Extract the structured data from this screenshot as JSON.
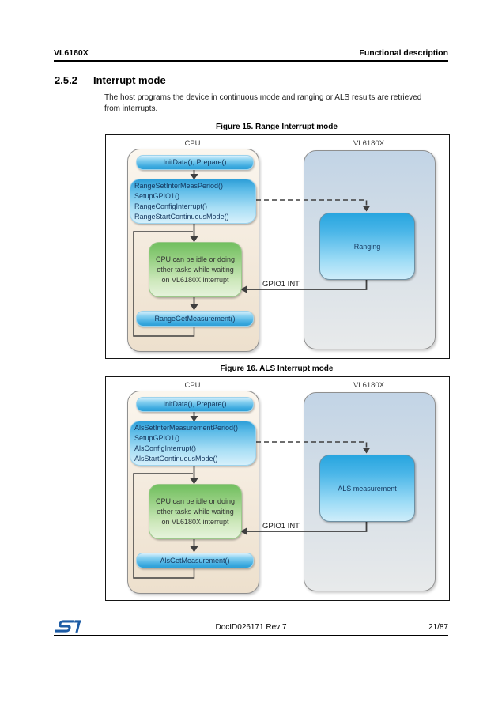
{
  "header": {
    "left": "VL6180X",
    "right": "Functional description"
  },
  "section": {
    "number": "2.5.2",
    "title": "Interrupt mode"
  },
  "body_lines": [
    "The host programs the device in continuous mode and ranging or ALS results are retrieved",
    "from interrupts."
  ],
  "figures": [
    {
      "caption": "Figure 15. Range Interrupt mode",
      "cpu_label": "CPU",
      "device_label": "VL6180X",
      "init_call": "InitData(), Prepare()",
      "setup_calls": [
        "RangeSetInterMeasPeriod()",
        "SetupGPIO1()",
        "RangeConfigInterrupt()",
        "RangeStartContinuousMode()"
      ],
      "idle_note": [
        "CPU can be idle or doing",
        "other tasks while waiting",
        "on VL6180X interrupt"
      ],
      "get_call": "RangeGetMeasurement()",
      "device_process": "Ranging",
      "interrupt_label": "GPIO1 INT"
    },
    {
      "caption": "Figure 16. ALS Interrupt mode",
      "cpu_label": "CPU",
      "device_label": "VL6180X",
      "init_call": "InitData(), Prepare()",
      "setup_calls": [
        "AlsSetInterMeasurementPeriod()",
        "SetupGPIO1()",
        "AlsConfigInterrupt()",
        "AlsStartContinuousMode()"
      ],
      "idle_note": [
        "CPU can be idle or doing",
        "other tasks while waiting",
        "on VL6180X interrupt"
      ],
      "get_call": "AlsGetMeasurement()",
      "device_process": "ALS measurement",
      "interrupt_label": "GPIO1 INT"
    }
  ],
  "footer": {
    "doc_id": "DocID026171 Rev 7",
    "page_number": "21/87",
    "logo": "st-logo"
  },
  "colors": {
    "box_blue_top": "#2EA7E0",
    "box_blue_bottom": "#D6EFFA",
    "pill_blue_top": "#D9F0FC",
    "pill_blue_bottom": "#2E9FD6",
    "green_top": "#71BF5F",
    "green_bottom": "#E6F3DC",
    "cpu_panel_beige": "#F2E8D9",
    "device_panel_top": "#C2D4E6",
    "device_panel_bottom": "#E8EAEB",
    "connector_gray": "#3F3F3F",
    "logo_blue": "#1D5CA5"
  }
}
